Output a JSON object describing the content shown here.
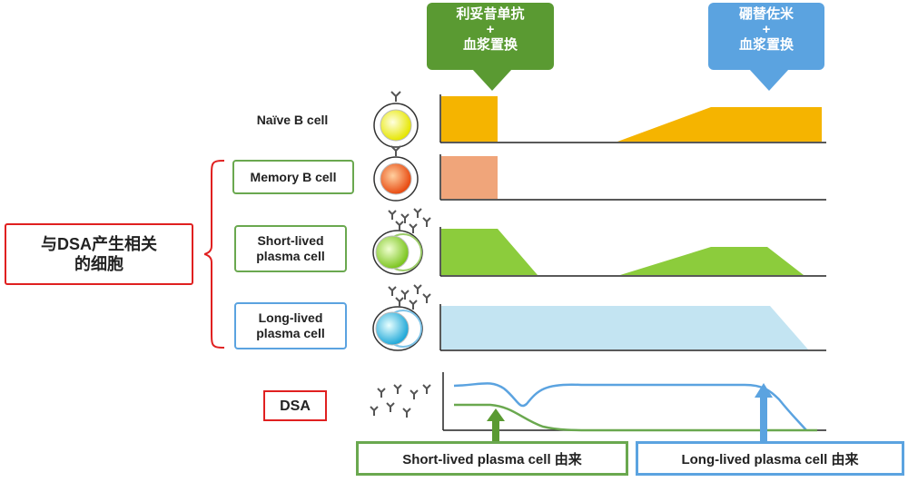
{
  "callouts": {
    "rituximab": {
      "line1": "利妥昔单抗",
      "line2": "+",
      "line3": "血浆置换",
      "color": "#5a9a32"
    },
    "bortezomib": {
      "line1": "硼替佐米",
      "line2": "+",
      "line3": "血浆置换",
      "color": "#5ba3e0"
    }
  },
  "group_label": {
    "line1": "与DSA产生相关",
    "line2": "的细胞",
    "border_color": "#e02020"
  },
  "rows": [
    {
      "label": "Naïve B cell",
      "fill": "#f5b400"
    },
    {
      "label": "Memory B cell",
      "fill": "#f0a57a",
      "border_color": "#6aa84f"
    },
    {
      "label_line1": "Short-lived",
      "label_line2": "plasma cell",
      "fill": "#8ccc3c",
      "border_color": "#6aa84f"
    },
    {
      "label_line1": "Long-lived",
      "label_line2": "plasma cell",
      "fill": "#c3e4f2",
      "border_color": "#5ba3e0"
    }
  ],
  "dsa": {
    "label": "DSA",
    "border_color": "#e02020"
  },
  "bottom": {
    "short_lived": {
      "text": "Short-lived plasma cell 由来",
      "border_color": "#6aa84f"
    },
    "long_lived": {
      "text": "Long-lived plasma cell 由来",
      "border_color": "#5ba3e0"
    }
  }
}
